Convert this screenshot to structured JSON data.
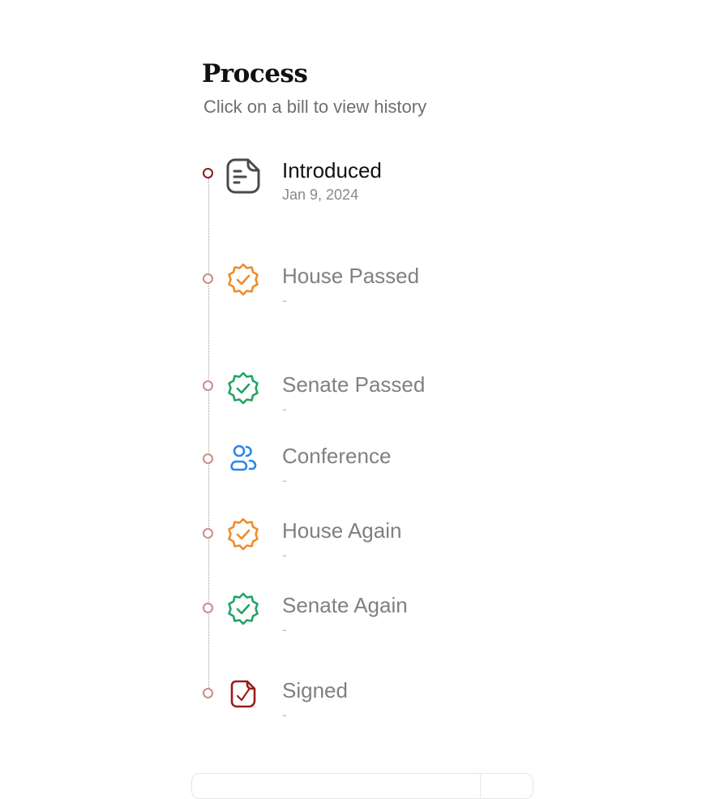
{
  "header": {
    "title": "Process",
    "subtitle": "Click on a bill to view history"
  },
  "timeline": {
    "steps": [
      {
        "label": "Introduced",
        "date": "Jan 9, 2024",
        "icon": "document-icon",
        "icon_color": "#4a4a4a",
        "status": "active"
      },
      {
        "label": "House Passed",
        "date": "-",
        "icon": "badge-check-icon",
        "icon_color": "#f08a2c",
        "status": "pending"
      },
      {
        "label": "Senate Passed",
        "date": "-",
        "icon": "badge-check-icon",
        "icon_color": "#1fa463",
        "status": "pending"
      },
      {
        "label": "Conference",
        "date": "-",
        "icon": "users-icon",
        "icon_color": "#2a86e8",
        "status": "pending"
      },
      {
        "label": "House Again",
        "date": "-",
        "icon": "badge-check-icon",
        "icon_color": "#f08a2c",
        "status": "pending"
      },
      {
        "label": "Senate Again",
        "date": "-",
        "icon": "badge-check-icon",
        "icon_color": "#1fa463",
        "status": "pending"
      },
      {
        "label": "Signed",
        "date": "-",
        "icon": "signed-document-icon",
        "icon_color": "#9b1c1c",
        "status": "pending"
      }
    ]
  },
  "colors": {
    "active_dot": "#8b1a1a",
    "pending_dot": "#c98c8c",
    "active_text": "#111111",
    "pending_text": "#808080"
  }
}
